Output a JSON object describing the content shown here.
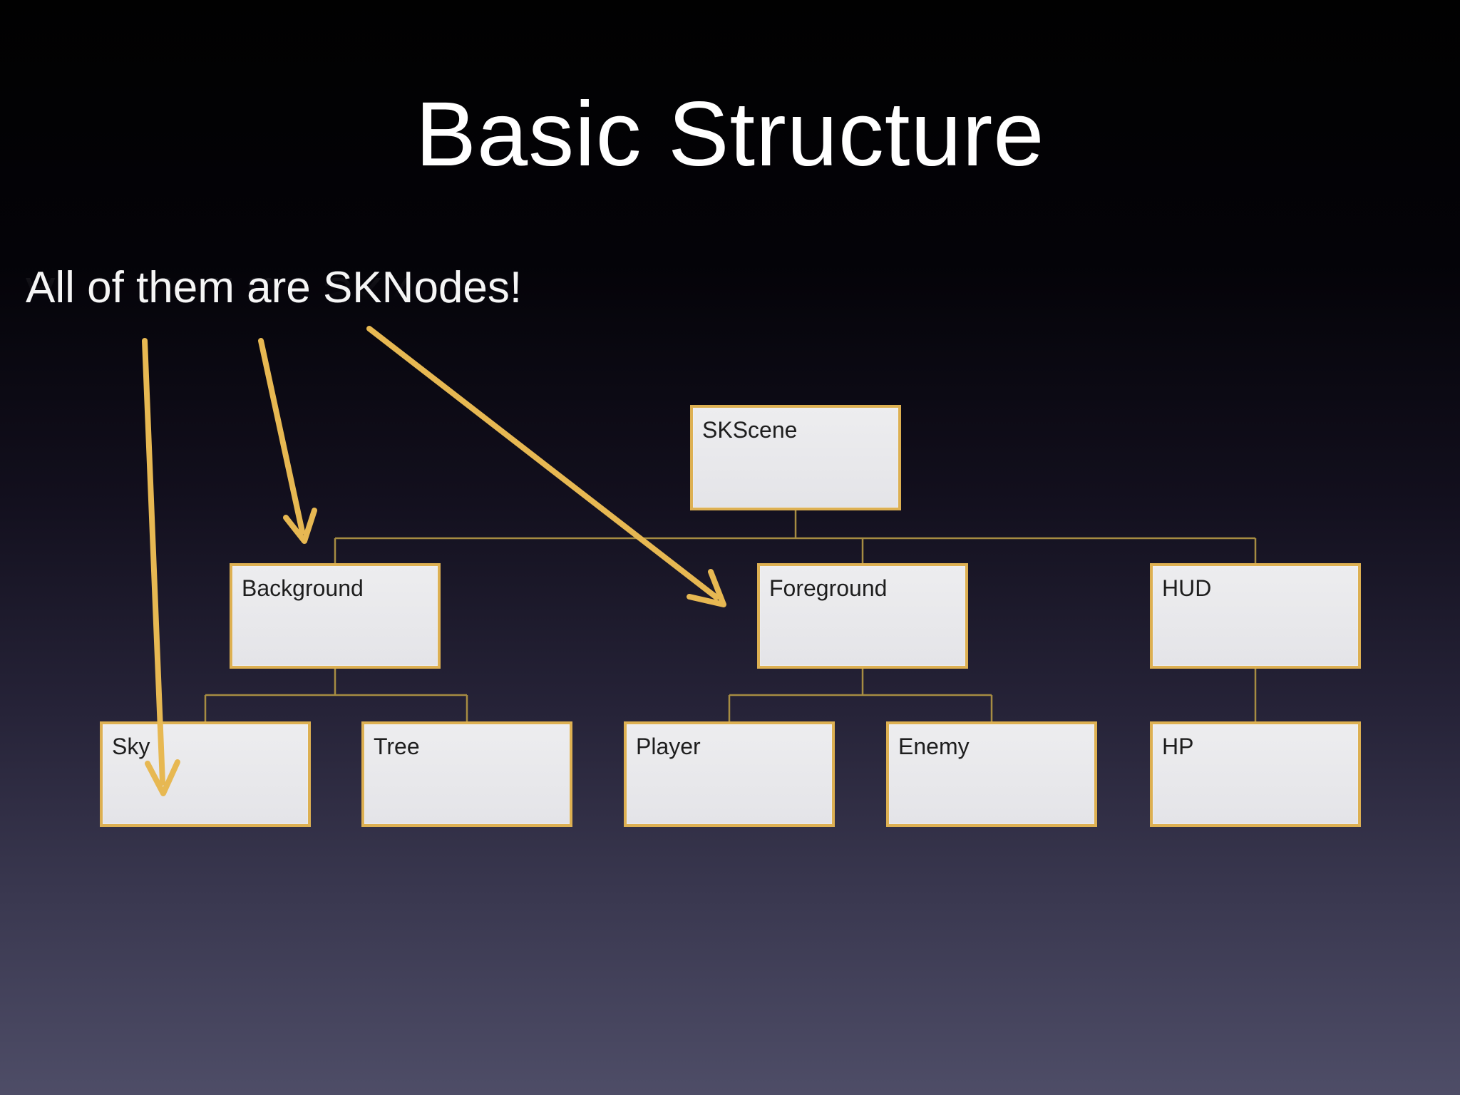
{
  "slide": {
    "title": "Basic Structure",
    "annotation": "All of them are SKNodes!"
  },
  "nodes": {
    "skscene": "SKScene",
    "background": "Background",
    "foreground": "Foreground",
    "hud": "HUD",
    "sky": "Sky",
    "tree": "Tree",
    "player": "Player",
    "enemy": "Enemy",
    "hp": "HP"
  },
  "diagram": {
    "type": "tree",
    "root": "SKScene",
    "edges": [
      [
        "SKScene",
        "Background"
      ],
      [
        "SKScene",
        "Foreground"
      ],
      [
        "SKScene",
        "HUD"
      ],
      [
        "Background",
        "Sky"
      ],
      [
        "Background",
        "Tree"
      ],
      [
        "Foreground",
        "Player"
      ],
      [
        "Foreground",
        "Enemy"
      ],
      [
        "HUD",
        "HP"
      ]
    ],
    "annotation_arrow_targets": [
      "Sky",
      "Background",
      "Foreground"
    ]
  },
  "colors": {
    "background_top": "#000000",
    "background_bottom": "#4e4d67",
    "box_fill": "#e9e9eb",
    "box_border": "#ddb052",
    "connector_line": "#a68c42",
    "arrow": "#e7b852",
    "title_text": "#ffffff",
    "box_text": "#1e1e1e"
  }
}
